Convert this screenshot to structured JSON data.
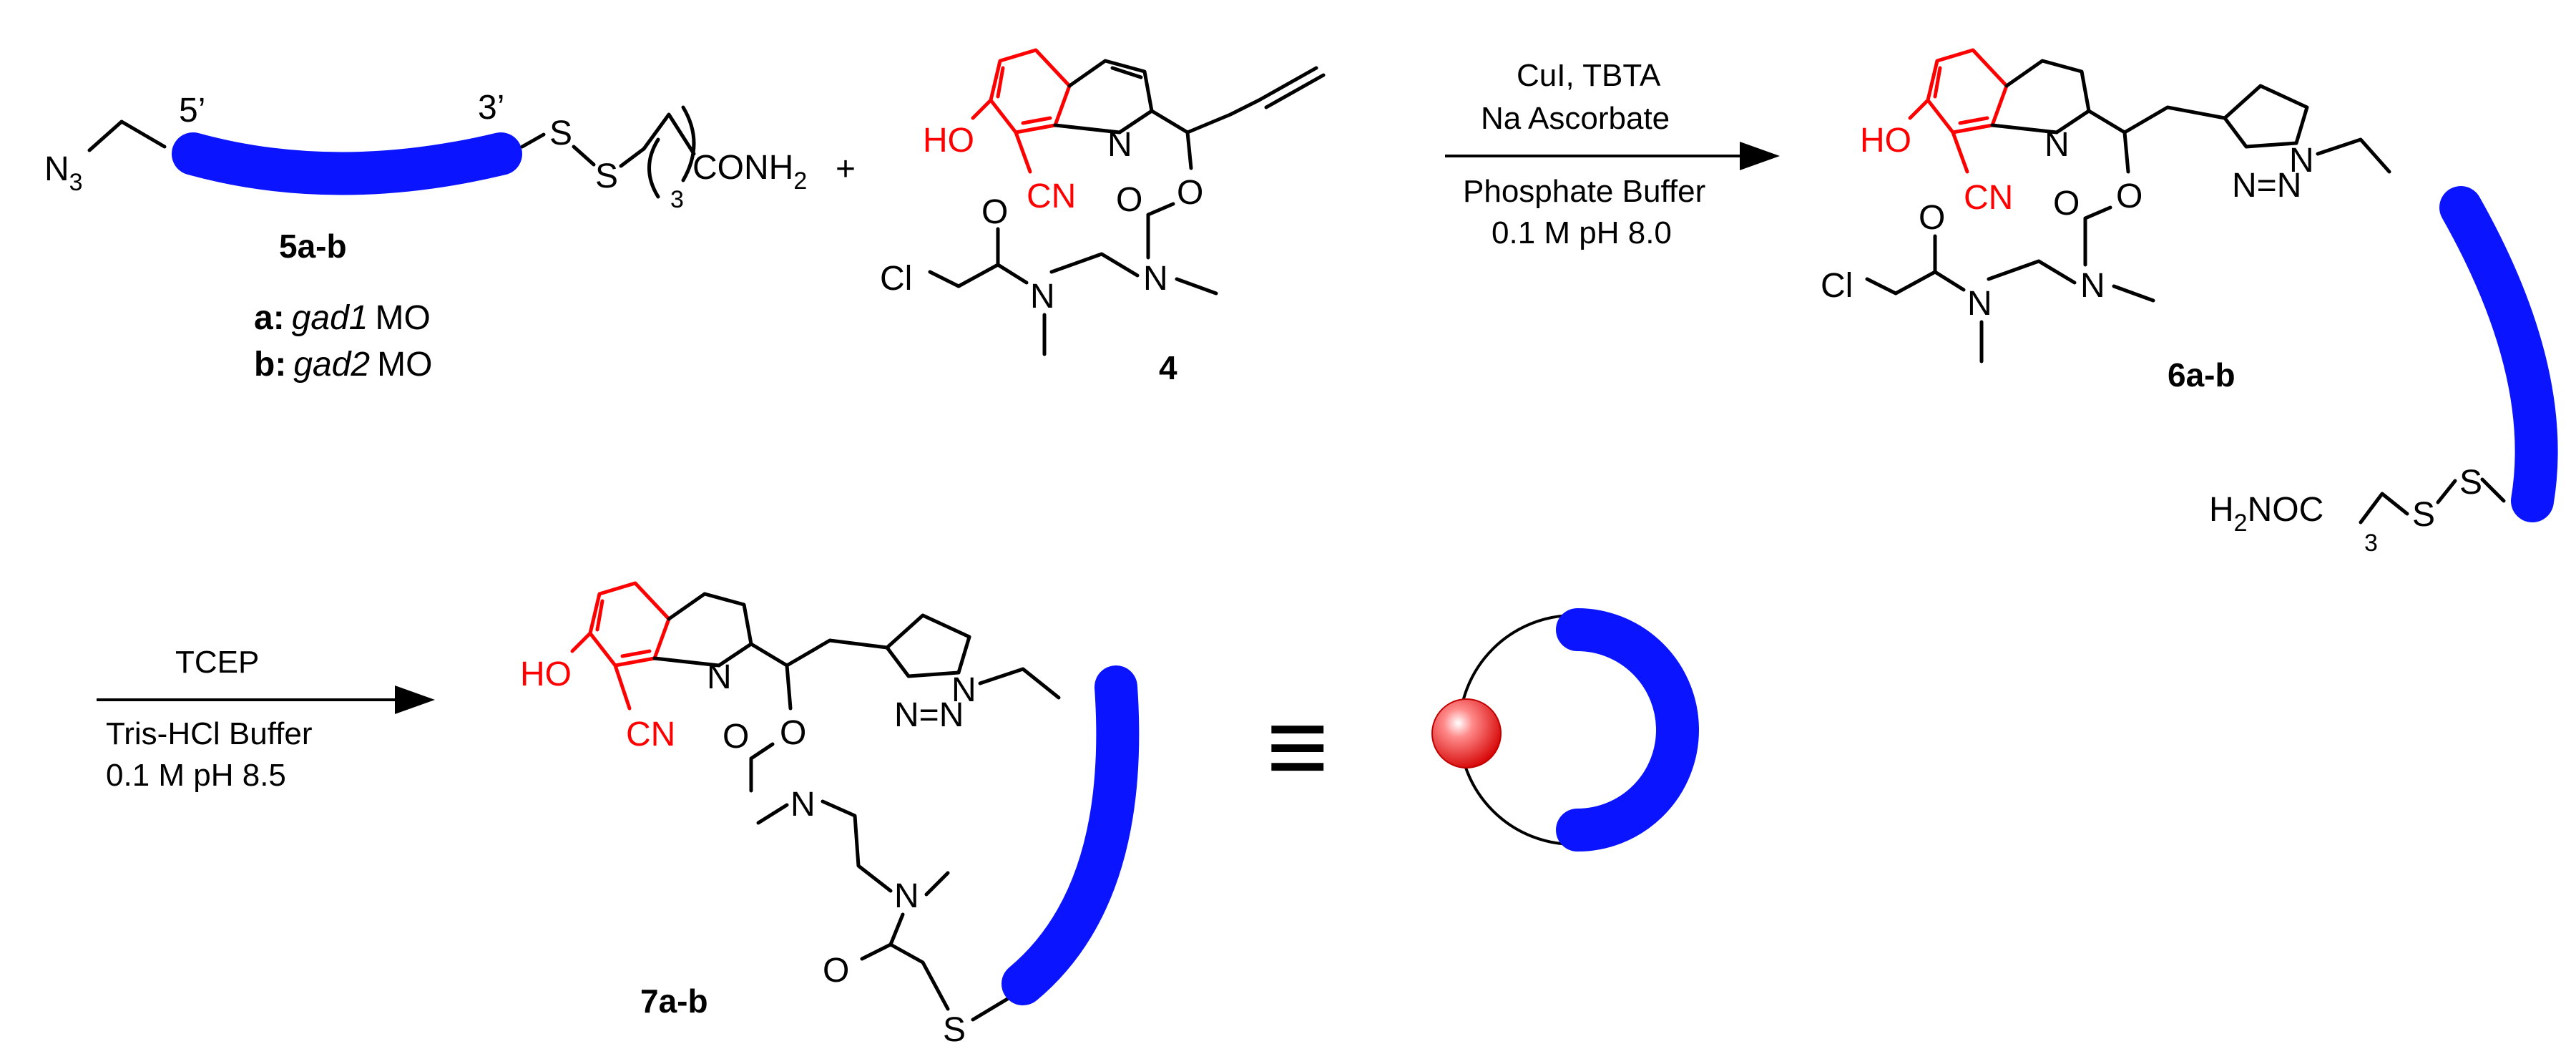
{
  "compound_5": {
    "azide": "N",
    "azide_sub": "3",
    "end_5": "5’",
    "end_3": "3’",
    "s1": "S",
    "s2": "S",
    "chain_sub": "3",
    "amide": "CONH",
    "amide_sub": "2",
    "id": "5a-b",
    "variant_a_key": "a:",
    "variant_a_name": "gad1",
    "variant_a_suffix": "MO",
    "variant_b_key": "b:",
    "variant_b_name": "gad2",
    "variant_b_suffix": "MO"
  },
  "plus": "+",
  "compound_4": {
    "ho": "HO",
    "n_ring": "N",
    "cn": "CN",
    "o_ester": "O",
    "o_carbonyl": "O",
    "o_amide": "O",
    "cl": "Cl",
    "n1": "N",
    "n2": "N",
    "id": "4"
  },
  "step1": {
    "above_1": "CuI, TBTA",
    "above_2": "Na Ascorbate",
    "below_1": "Phosphate Buffer",
    "below_2": "0.1 M pH 8.0"
  },
  "compound_6": {
    "ho": "HO",
    "n_ring": "N",
    "cn": "CN",
    "o_ester": "O",
    "o_carbonyl": "O",
    "o_amide": "O",
    "cl": "Cl",
    "n1": "N",
    "n2": "N",
    "triazole_n1": "N",
    "triazole_n23": "N=N",
    "h2n": "H",
    "h2n_sub": "2",
    "noc": "NOC",
    "chain_sub": "3",
    "s1": "S",
    "s2": "S",
    "id": "6a-b"
  },
  "step2": {
    "above_1": "TCEP",
    "below_1": "Tris-HCl Buffer",
    "below_2": "0.1 M pH 8.5"
  },
  "compound_7": {
    "ho": "HO",
    "n_ring": "N",
    "cn": "CN",
    "o_ester": "O",
    "o_carbonyl": "O",
    "o_amide": "O",
    "n1": "N",
    "n2": "N",
    "s": "S",
    "triazole_n1": "N",
    "triazole_n23": "N=N",
    "id": "7a-b"
  },
  "equiv_symbol": "≡",
  "colors": {
    "morpholino": "#0a14ff",
    "cage": "#ff0000",
    "bond": "#000000"
  }
}
